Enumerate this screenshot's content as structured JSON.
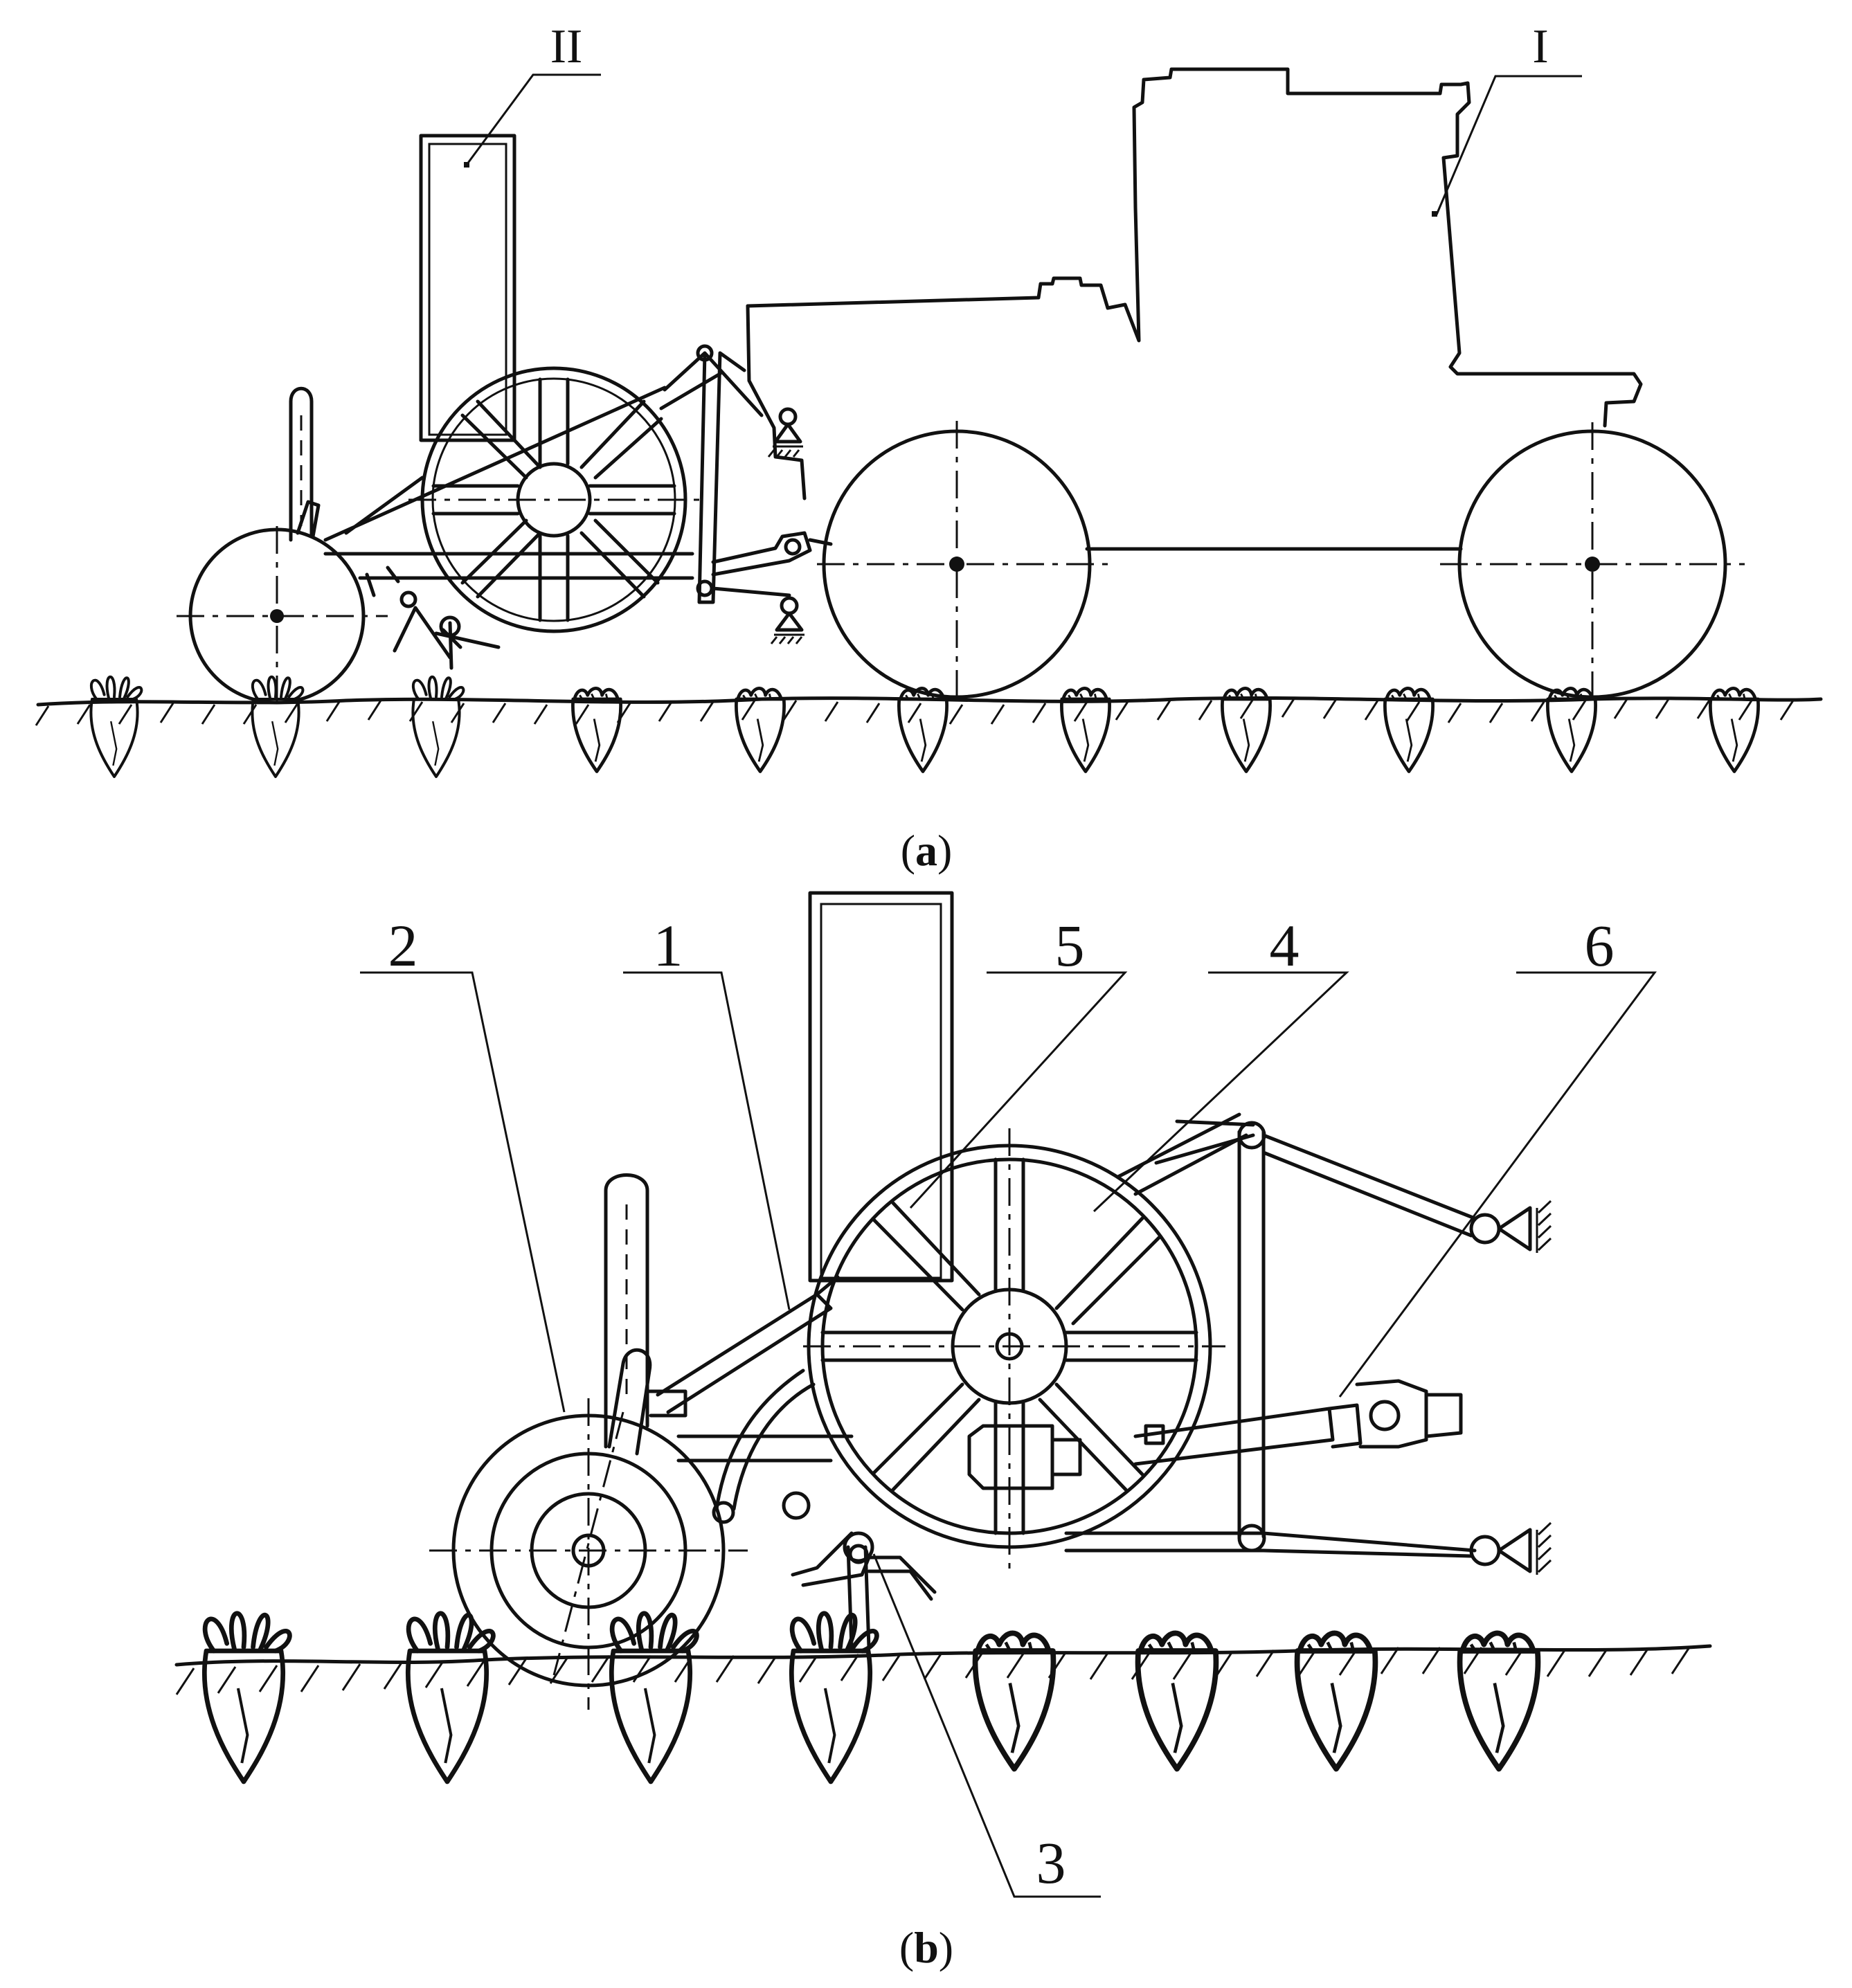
{
  "panel_a": {
    "caption_open": "(",
    "caption_letter": "a",
    "caption_close": ")",
    "label_tractor": "I",
    "label_hitch_unit": "II"
  },
  "panel_b": {
    "caption_open": "(",
    "caption_letter": "b",
    "caption_close": ")",
    "labels": [
      "1",
      "2",
      "3",
      "4",
      "5",
      "6"
    ]
  }
}
